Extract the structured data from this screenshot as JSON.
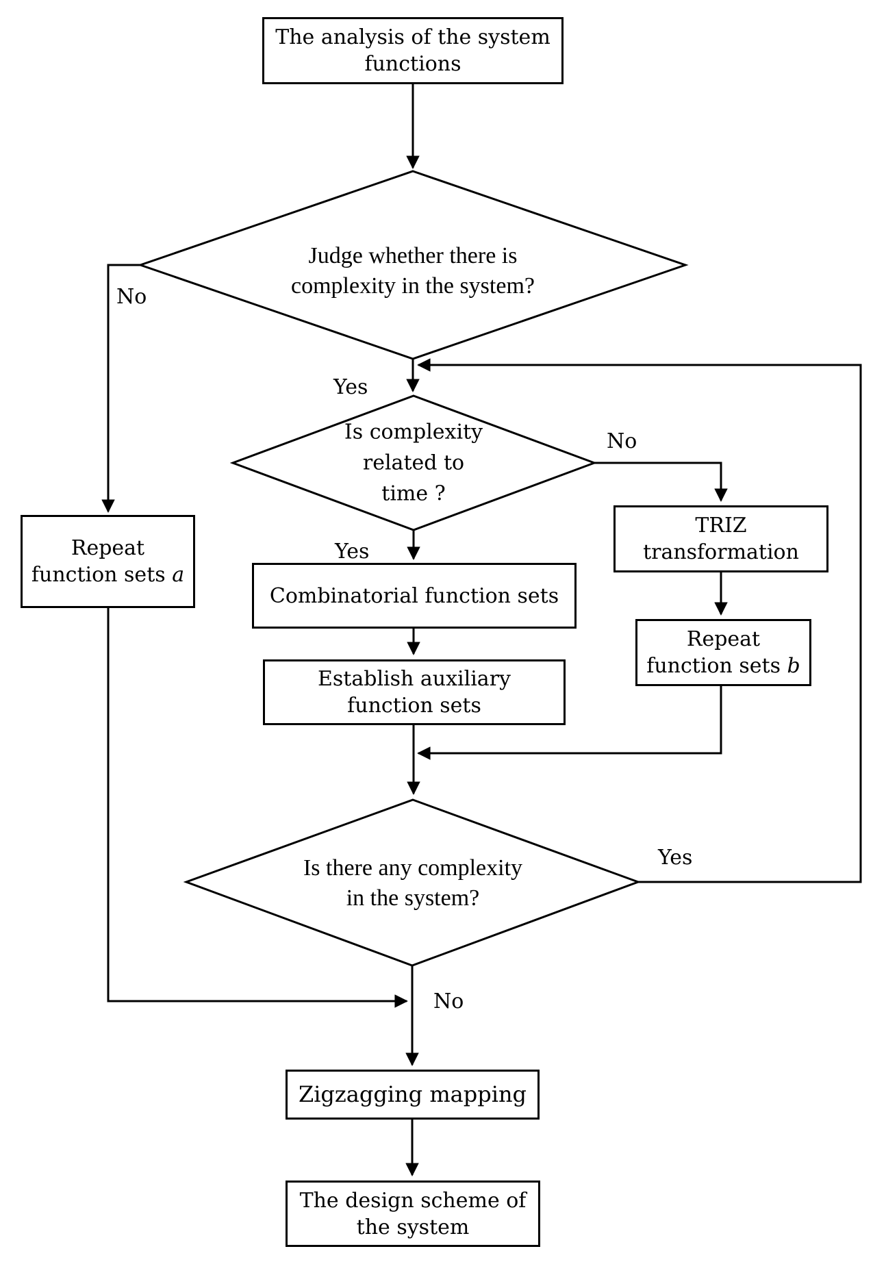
{
  "figure": {
    "type": "flowchart",
    "colors": {
      "line": "#000000",
      "background": "#ffffff",
      "text": "#000000"
    },
    "nodes": {
      "analysis": {
        "text": "The analysis of the system\nfunctions"
      },
      "judge": {
        "text": "Judge whether there is\ncomplexity in the system?"
      },
      "repeat_a": {
        "line1": "Repeat",
        "line2": "function sets ",
        "var": "a"
      },
      "time": {
        "text": "Is complexity\nrelated to\ntime ?"
      },
      "combinatorial": {
        "text": "Combinatorial function sets"
      },
      "establish": {
        "text": "Establish auxiliary\nfunction sets"
      },
      "triz": {
        "text": "TRIZ\ntransformation"
      },
      "repeat_b": {
        "line1": "Repeat",
        "line2": "function sets ",
        "var": "b"
      },
      "complexity": {
        "text": "Is there any complexity\nin the system?"
      },
      "zigzag": {
        "text": "Zigzagging mapping"
      },
      "design": {
        "text": "The design scheme of\nthe system"
      }
    },
    "edge_labels": {
      "judge_no": "No",
      "judge_yes": "Yes",
      "time_no": "No",
      "time_yes": "Yes",
      "loop_yes": "Yes",
      "final_no": "No"
    }
  }
}
